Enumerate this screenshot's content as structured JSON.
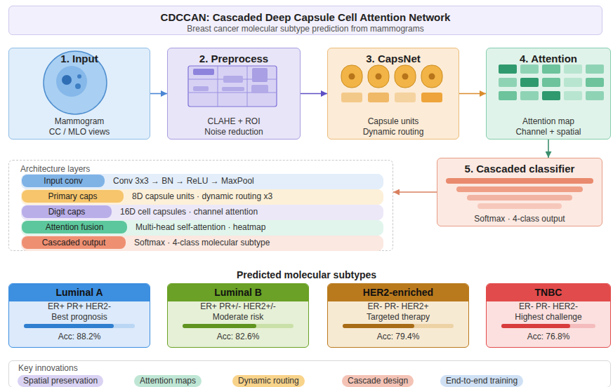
{
  "diagram": {
    "title": "CDCCAN: Cascaded Deep Capsule Cell Attention Network",
    "nodes": [
      {
        "text": [
          "1. Input",
          "Mammogram CC / MLO views"
        ]
      },
      {
        "text": [
          "2. Preprocess",
          "CLAHE + ROI Noise reduction"
        ]
      },
      {
        "text": [
          "3. CapsNet",
          "Capsule units Dynamic routing"
        ]
      },
      {
        "text": [
          "4. Attention",
          "Attention map Channel + spatial"
        ]
      },
      {
        "text": [
          "5. Cascaded classifier",
          "Softmax · 4-class output"
        ]
      },
      {
        "text": [
          "Architecture layers"
        ]
      },
      {
        "text": [
          "Input conv",
          "Conv 3x3 → BN → ReLU → MaxPool"
        ],
        "in": 5
      },
      {
        "text": [
          "Primary caps",
          "8D capsule units · dynamic routing x3"
        ],
        "in": 5
      },
      {
        "text": [
          "Digit caps",
          "16D cell capsules · channel attention"
        ],
        "in": 5
      },
      {
        "text": [
          "Attention fusion",
          "Multi-head self-attention · heatmap"
        ],
        "in": 5
      },
      {
        "text": [
          "Cascaded output",
          "Softmax · 4-class molecular subtype"
        ],
        "in": 5
      },
      {
        "text": [
          "Luminal A",
          "ER+ PR+ HER2-",
          "Best prognosis",
          "Acc: 88.2%"
        ]
      },
      {
        "text": [
          "Luminal B",
          "ER+ PR+/- HER2+/-",
          "Moderate risk",
          "Acc: 82.6%"
        ]
      },
      {
        "text": [
          "HER2-enriched",
          "ER- PR- HER2+",
          "Targeted therapy",
          "Acc: 79.4%"
        ]
      },
      {
        "text": [
          "TNBC",
          "ER- PR- HER2-",
          "Highest challenge",
          "Acc: 76.8%"
        ]
      },
      {
        "text": [
          "Key innovations"
        ]
      },
      {
        "text": [
          "Spatial preservation"
        ],
        "in": 15
      },
      {
        "text": [
          "Attention maps"
        ],
        "in": 15
      },
      {
        "text": [
          "Dynamic routing"
        ],
        "in": 15
      },
      {
        "text": [
          "Cascade design"
        ],
        "in": 15
      },
      {
        "text": [
          "End-to-end training"
        ],
        "in": 15
      }
    ],
    "edges": [
      {
        "from": 0,
        "to": 1,
        "arrow": "to"
      },
      {
        "from": 1,
        "to": 2,
        "arrow": "to"
      },
      {
        "from": 2,
        "to": 3,
        "arrow": "to"
      },
      {
        "from": 3,
        "to": 4,
        "arrow": "to"
      },
      {
        "from": 4,
        "to": 5,
        "arrow": "to"
      }
    ],
    "labels": [
      "Breast cancer molecular subtype prediction from mammograms",
      "Predicted molecular subtypes"
    ]
  }
}
